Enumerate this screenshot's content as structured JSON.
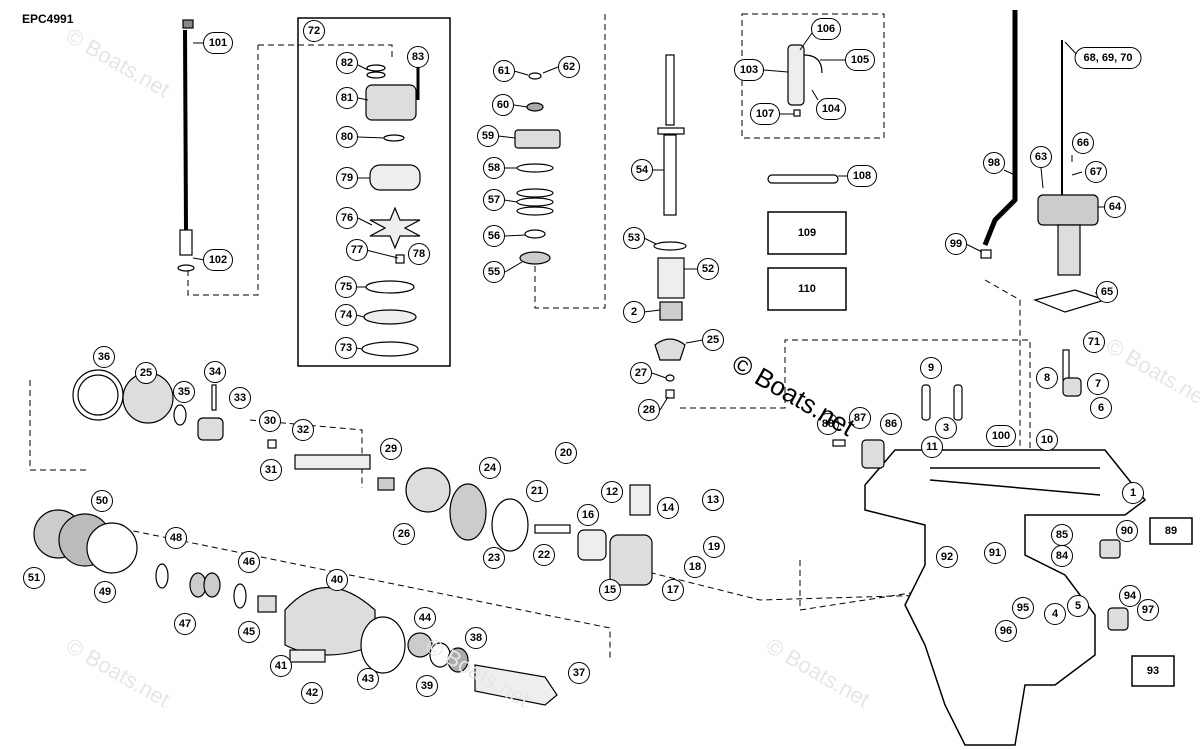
{
  "diagram_code": "EPC4991",
  "copyright": "© Boats.net",
  "watermark": "© Boats.net",
  "callouts": [
    "101",
    "102",
    "72",
    "82",
    "83",
    "81",
    "80",
    "79",
    "76",
    "77",
    "78",
    "75",
    "74",
    "73",
    "61",
    "62",
    "60",
    "59",
    "58",
    "57",
    "56",
    "55",
    "54",
    "53",
    "52",
    "2",
    "25",
    "27",
    "28",
    "103",
    "106",
    "105",
    "104",
    "107",
    "108",
    "109",
    "110",
    "68, 69, 70",
    "66",
    "63",
    "67",
    "98",
    "64",
    "99",
    "65",
    "71",
    "8",
    "7",
    "6",
    "9",
    "3",
    "11",
    "100",
    "10",
    "1",
    "88",
    "87",
    "86",
    "36",
    "25",
    "35",
    "34",
    "33",
    "30",
    "32",
    "31",
    "29",
    "24",
    "26",
    "20",
    "21",
    "12",
    "14",
    "13",
    "16",
    "19",
    "18",
    "15",
    "17",
    "22",
    "23",
    "50",
    "48",
    "46",
    "40",
    "44",
    "38",
    "37",
    "51",
    "49",
    "47",
    "45",
    "41",
    "42",
    "43",
    "39",
    "92",
    "91",
    "95",
    "4",
    "5",
    "96",
    "94",
    "97",
    "90",
    "89",
    "93",
    "85",
    "84"
  ]
}
